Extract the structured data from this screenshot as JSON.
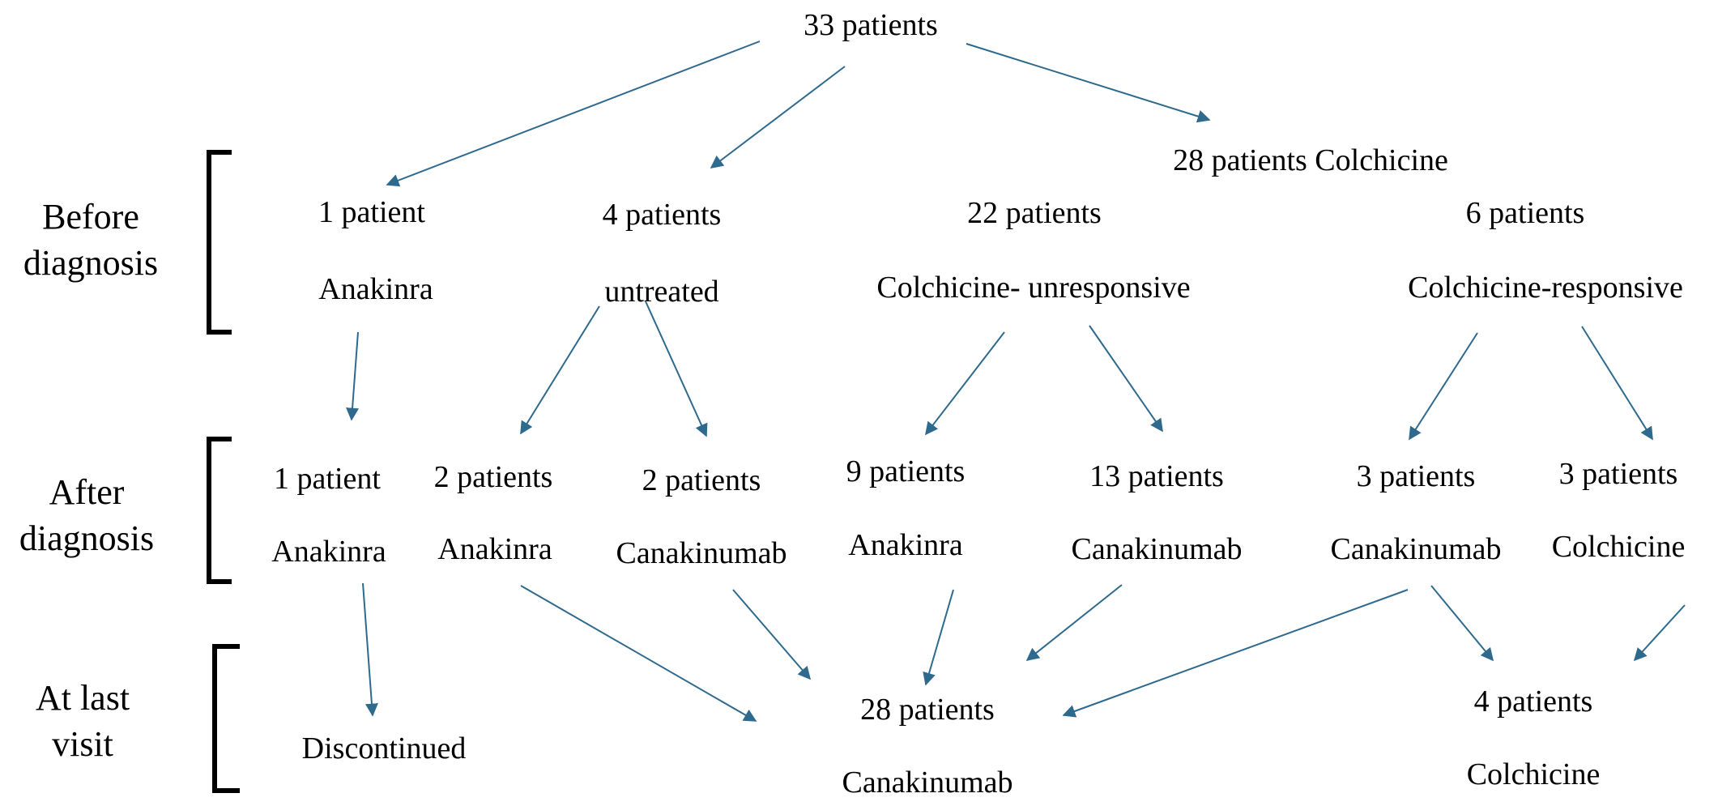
{
  "phases": {
    "before": "Before\ndiagnosis",
    "after": "After\ndiagnosis",
    "last": "At last\nvisit"
  },
  "nodes": {
    "root": "33 patients",
    "colchicine_group": "28 patients Colchicine",
    "before_anakinra_count": "1 patient",
    "before_anakinra_label": "Anakinra",
    "untreated_count": "4 patients",
    "untreated_label": "untreated",
    "unresponsive_count": "22 patients",
    "unresponsive_label": "Colchicine- unresponsive",
    "responsive_count": "6 patients",
    "responsive_label": "Colchicine-responsive",
    "after_a1_count": "1 patient",
    "after_a1_label": "Anakinra",
    "after_a2_count": "2 patients",
    "after_a2_label": "Anakinra",
    "after_c2_count": "2 patients",
    "after_c2_label": "Canakinumab",
    "after_a9_count": "9 patients",
    "after_a9_label": "Anakinra",
    "after_c13_count": "13 patients",
    "after_c13_label": "Canakinumab",
    "after_c3_count": "3 patients",
    "after_c3_label": "Canakinumab",
    "after_col3_count": "3 patients",
    "after_col3_label": "Colchicine",
    "discontinued": "Discontinued",
    "final_can_count": "28  patients",
    "final_can_label": "Canakinumab",
    "final_col_count": "4 patients",
    "final_col_label": "Colchicine"
  },
  "colors": {
    "arrow": "#2e6a8e",
    "bracket": "#000000",
    "text": "#000000"
  }
}
